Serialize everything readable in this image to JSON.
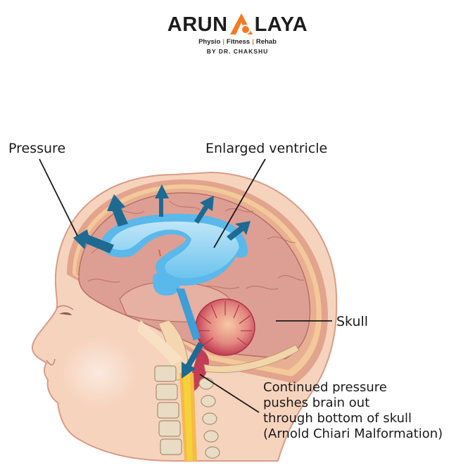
{
  "logo": {
    "brand_left": "ARUN",
    "brand_right": "LAYA",
    "tagline_items": [
      "Physio",
      "Fitness",
      "Rehab"
    ],
    "tagline_separator": "|",
    "byline": "BY DR. CHAKSHU",
    "accent_color": "#f47b20",
    "icon": "stylized-a-with-dot-icon"
  },
  "labels": {
    "pressure": "Pressure",
    "enlarged_ventricle": "Enlarged ventricle",
    "skull": "Skull",
    "continued_pressure": [
      "Continued pressure",
      "pushes brain out",
      "through bottom of skull",
      "(Arnold Chiari Malformation)"
    ]
  },
  "illustration": {
    "subject": "sagittal cross-section of child's head showing hydrocephalus with Arnold Chiari malformation",
    "colors": {
      "skin": "#f6d3bd",
      "skull_outer": "#e0a28a",
      "skull_band": "#f3c99a",
      "brain": "#dd9f93",
      "ventricle": "#5ab8ea",
      "ventricle_light": "#a8dcf5",
      "arrow": "#1d6a93",
      "cerebellum": "#c8465a",
      "spinal_cord": "#f5c232",
      "vertebra": "#e8dcc4"
    }
  }
}
